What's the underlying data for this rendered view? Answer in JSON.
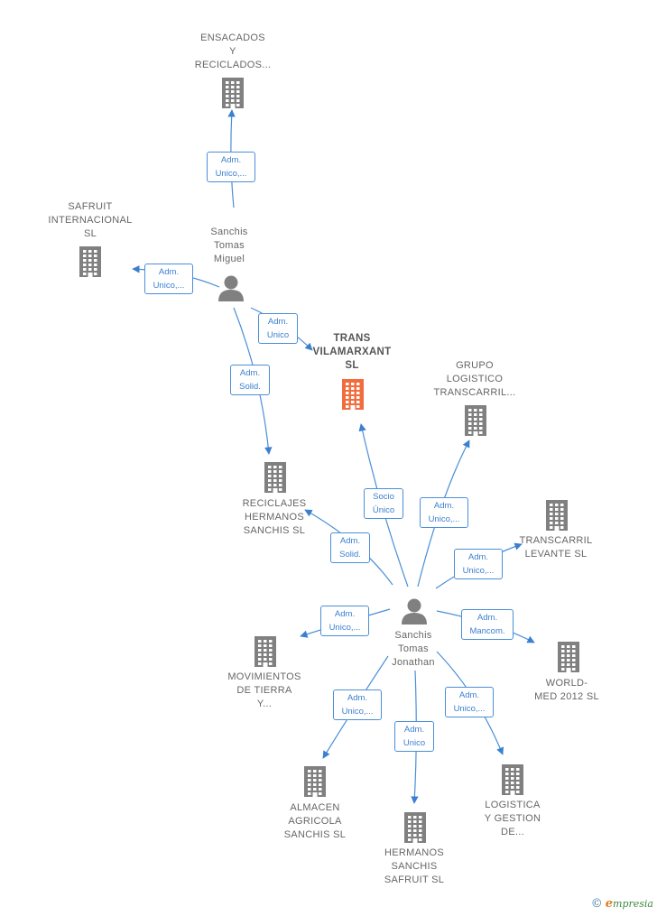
{
  "colors": {
    "company": "#808080",
    "main_company": "#f26d3d",
    "person": "#808080",
    "edge": "#4a8fd8",
    "edge_text": "#3b7fcf"
  },
  "nodes": {
    "ensacados": {
      "type": "company",
      "lines": [
        "ENSACADOS",
        "Y",
        "RECICLADOS..."
      ]
    },
    "safruit": {
      "type": "company",
      "lines": [
        "SAFRUIT",
        "INTERNACIONAL",
        "SL"
      ]
    },
    "miguel": {
      "type": "person",
      "lines": [
        "Sanchis",
        "Tomas",
        "Miguel"
      ]
    },
    "trans": {
      "type": "main",
      "lines": [
        "TRANS",
        "VILAMARXANT",
        "SL"
      ]
    },
    "grupo": {
      "type": "company",
      "lines": [
        "GRUPO",
        "LOGISTICO",
        "TRANSCARRIL..."
      ]
    },
    "reciclajes": {
      "type": "company",
      "lines": [
        "RECICLAJES",
        "HERMANOS",
        "SANCHIS SL"
      ]
    },
    "transcarril": {
      "type": "company",
      "lines": [
        "TRANSCARRIL",
        "LEVANTE  SL"
      ]
    },
    "jonathan": {
      "type": "person",
      "lines": [
        "Sanchis",
        "Tomas",
        "Jonathan"
      ]
    },
    "movimientos": {
      "type": "company",
      "lines": [
        "MOVIMIENTOS",
        "DE TIERRA",
        "Y..."
      ]
    },
    "world": {
      "type": "company",
      "lines": [
        "WORLD-",
        "MED 2012 SL"
      ]
    },
    "almacen": {
      "type": "company",
      "lines": [
        "ALMACEN",
        "AGRICOLA",
        "SANCHIS  SL"
      ]
    },
    "hermanos": {
      "type": "company",
      "lines": [
        "HERMANOS",
        "SANCHIS",
        "SAFRUIT SL"
      ]
    },
    "logistica": {
      "type": "company",
      "lines": [
        "LOGISTICA",
        "Y GESTION",
        "DE..."
      ]
    }
  },
  "edges": [
    {
      "from": "miguel",
      "to": "ensacados",
      "label": [
        "Adm.",
        "Unico,..."
      ]
    },
    {
      "from": "miguel",
      "to": "safruit",
      "label": [
        "Adm.",
        "Unico,..."
      ]
    },
    {
      "from": "miguel",
      "to": "trans",
      "label": [
        "Adm.",
        "Unico"
      ]
    },
    {
      "from": "miguel",
      "to": "reciclajes",
      "label": [
        "Adm.",
        "Solid."
      ]
    },
    {
      "from": "jonathan",
      "to": "trans",
      "label": [
        "Socio",
        "Único"
      ]
    },
    {
      "from": "jonathan",
      "to": "grupo",
      "label": [
        "Adm.",
        "Unico,..."
      ]
    },
    {
      "from": "jonathan",
      "to": "transcarril",
      "label": [
        "Adm.",
        "Unico,..."
      ]
    },
    {
      "from": "jonathan",
      "to": "reciclajes",
      "label": [
        "Adm.",
        "Solid."
      ]
    },
    {
      "from": "jonathan",
      "to": "movimientos",
      "label": [
        "Adm.",
        "Unico,..."
      ]
    },
    {
      "from": "jonathan",
      "to": "world",
      "label": [
        "Adm.",
        "Mancom."
      ]
    },
    {
      "from": "jonathan",
      "to": "almacen",
      "label": [
        "Adm.",
        "Unico,..."
      ]
    },
    {
      "from": "jonathan",
      "to": "hermanos",
      "label": [
        "Adm.",
        "Unico"
      ]
    },
    {
      "from": "jonathan",
      "to": "logistica",
      "label": [
        "Adm.",
        "Unico,..."
      ]
    }
  ],
  "footer": {
    "copyright": "©",
    "brand_initial": "e",
    "brand_rest": "mpresia"
  }
}
